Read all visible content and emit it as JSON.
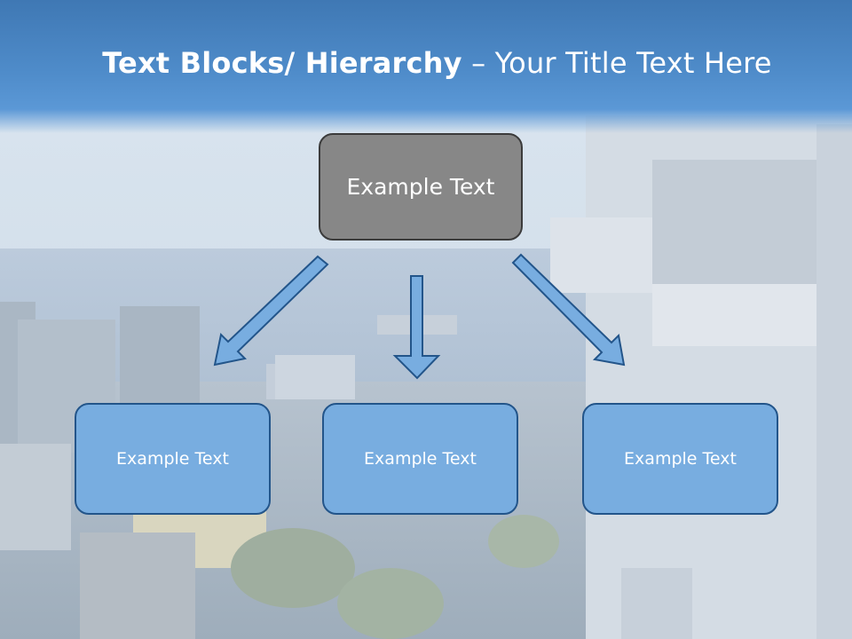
{
  "title": {
    "bold": "Text Blocks/ Hierarchy",
    "rest": " – Your Title Text Here"
  },
  "hierarchy": {
    "top": "Example Text",
    "children": [
      "Example Text",
      "Example Text",
      "Example Text"
    ]
  },
  "colors": {
    "title_bar": "#4f8cca",
    "top_box_fill": "#878787",
    "top_box_border": "#3b3b3b",
    "child_box_fill": "#78ade0",
    "child_box_border": "#23558a",
    "arrow_fill": "#78ade0",
    "arrow_border": "#23558a"
  }
}
